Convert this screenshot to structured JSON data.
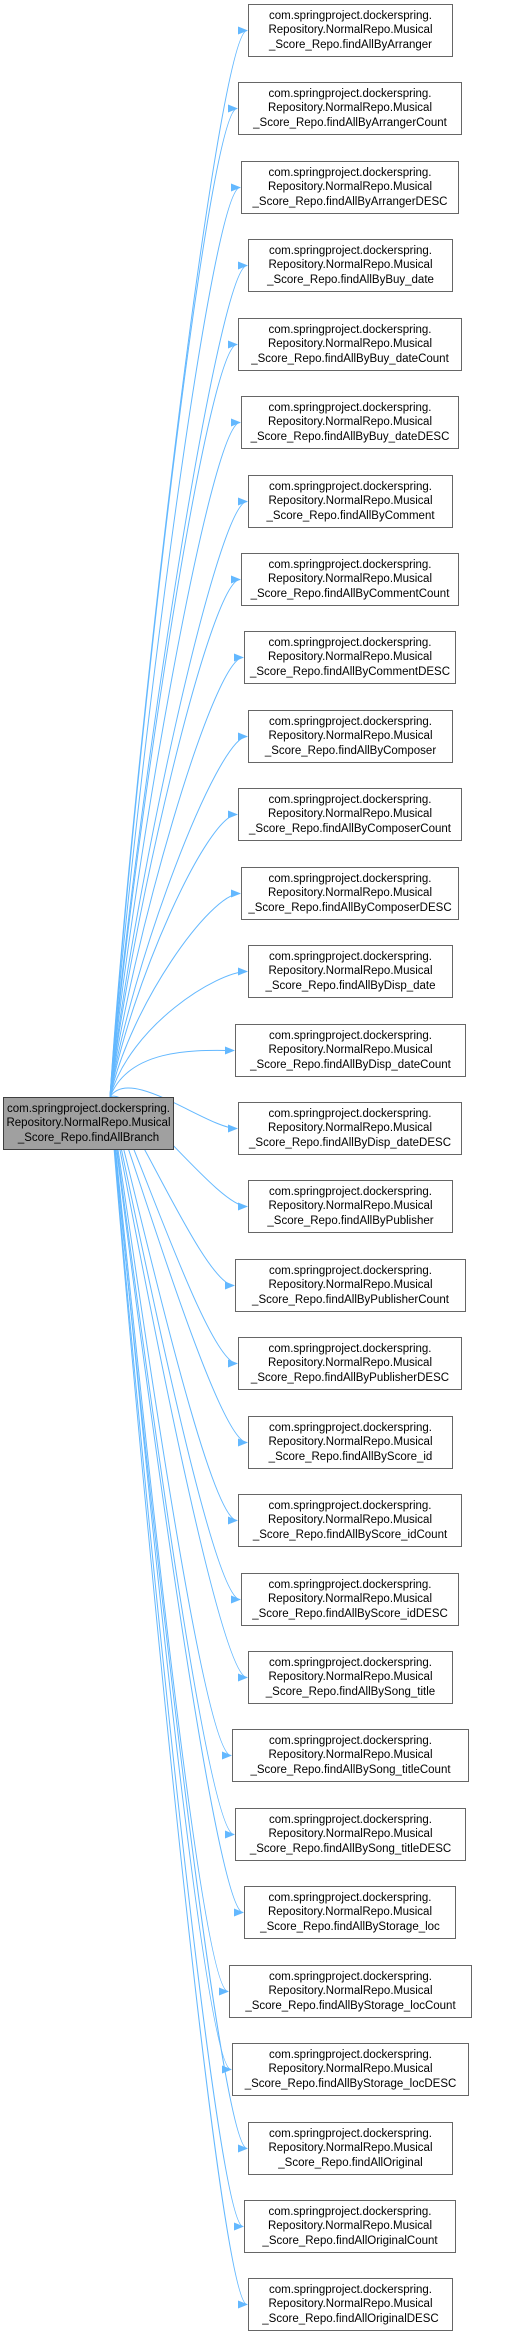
{
  "colors": {
    "edge": "#63b8ff",
    "node_border": "#666666",
    "source_fill": "#a0a0a0",
    "source_border": "#3f3f3f",
    "text": "#000000"
  },
  "source": {
    "lines": [
      "com.springproject.dockerspring.",
      "Repository.NormalRepo.Musical",
      "_Score_Repo.findAllBranch"
    ]
  },
  "targets": [
    {
      "lines": [
        "com.springproject.dockerspring.",
        "Repository.NormalRepo.Musical",
        "_Score_Repo.findAllByArranger"
      ]
    },
    {
      "lines": [
        "com.springproject.dockerspring.",
        "Repository.NormalRepo.Musical",
        "_Score_Repo.findAllByArrangerCount"
      ]
    },
    {
      "lines": [
        "com.springproject.dockerspring.",
        "Repository.NormalRepo.Musical",
        "_Score_Repo.findAllByArrangerDESC"
      ]
    },
    {
      "lines": [
        "com.springproject.dockerspring.",
        "Repository.NormalRepo.Musical",
        "_Score_Repo.findAllByBuy_date"
      ]
    },
    {
      "lines": [
        "com.springproject.dockerspring.",
        "Repository.NormalRepo.Musical",
        "_Score_Repo.findAllByBuy_dateCount"
      ]
    },
    {
      "lines": [
        "com.springproject.dockerspring.",
        "Repository.NormalRepo.Musical",
        "_Score_Repo.findAllByBuy_dateDESC"
      ]
    },
    {
      "lines": [
        "com.springproject.dockerspring.",
        "Repository.NormalRepo.Musical",
        "_Score_Repo.findAllByComment"
      ]
    },
    {
      "lines": [
        "com.springproject.dockerspring.",
        "Repository.NormalRepo.Musical",
        "_Score_Repo.findAllByCommentCount"
      ]
    },
    {
      "lines": [
        "com.springproject.dockerspring.",
        "Repository.NormalRepo.Musical",
        "_Score_Repo.findAllByCommentDESC"
      ]
    },
    {
      "lines": [
        "com.springproject.dockerspring.",
        "Repository.NormalRepo.Musical",
        "_Score_Repo.findAllByComposer"
      ]
    },
    {
      "lines": [
        "com.springproject.dockerspring.",
        "Repository.NormalRepo.Musical",
        "_Score_Repo.findAllByComposerCount"
      ]
    },
    {
      "lines": [
        "com.springproject.dockerspring.",
        "Repository.NormalRepo.Musical",
        "_Score_Repo.findAllByComposerDESC"
      ]
    },
    {
      "lines": [
        "com.springproject.dockerspring.",
        "Repository.NormalRepo.Musical",
        "_Score_Repo.findAllByDisp_date"
      ]
    },
    {
      "lines": [
        "com.springproject.dockerspring.",
        "Repository.NormalRepo.Musical",
        "_Score_Repo.findAllByDisp_dateCount"
      ]
    },
    {
      "lines": [
        "com.springproject.dockerspring.",
        "Repository.NormalRepo.Musical",
        "_Score_Repo.findAllByDisp_dateDESC"
      ]
    },
    {
      "lines": [
        "com.springproject.dockerspring.",
        "Repository.NormalRepo.Musical",
        "_Score_Repo.findAllByPublisher"
      ]
    },
    {
      "lines": [
        "com.springproject.dockerspring.",
        "Repository.NormalRepo.Musical",
        "_Score_Repo.findAllByPublisherCount"
      ]
    },
    {
      "lines": [
        "com.springproject.dockerspring.",
        "Repository.NormalRepo.Musical",
        "_Score_Repo.findAllByPublisherDESC"
      ]
    },
    {
      "lines": [
        "com.springproject.dockerspring.",
        "Repository.NormalRepo.Musical",
        "_Score_Repo.findAllByScore_id"
      ]
    },
    {
      "lines": [
        "com.springproject.dockerspring.",
        "Repository.NormalRepo.Musical",
        "_Score_Repo.findAllByScore_idCount"
      ]
    },
    {
      "lines": [
        "com.springproject.dockerspring.",
        "Repository.NormalRepo.Musical",
        "_Score_Repo.findAllByScore_idDESC"
      ]
    },
    {
      "lines": [
        "com.springproject.dockerspring.",
        "Repository.NormalRepo.Musical",
        "_Score_Repo.findAllBySong_title"
      ]
    },
    {
      "lines": [
        "com.springproject.dockerspring.",
        "Repository.NormalRepo.Musical",
        "_Score_Repo.findAllBySong_titleCount"
      ]
    },
    {
      "lines": [
        "com.springproject.dockerspring.",
        "Repository.NormalRepo.Musical",
        "_Score_Repo.findAllBySong_titleDESC"
      ]
    },
    {
      "lines": [
        "com.springproject.dockerspring.",
        "Repository.NormalRepo.Musical",
        "_Score_Repo.findAllByStorage_loc"
      ]
    },
    {
      "lines": [
        "com.springproject.dockerspring.",
        "Repository.NormalRepo.Musical",
        "_Score_Repo.findAllByStorage_locCount"
      ]
    },
    {
      "lines": [
        "com.springproject.dockerspring.",
        "Repository.NormalRepo.Musical",
        "_Score_Repo.findAllByStorage_locDESC"
      ]
    },
    {
      "lines": [
        "com.springproject.dockerspring.",
        "Repository.NormalRepo.Musical",
        "_Score_Repo.findAllOriginal"
      ]
    },
    {
      "lines": [
        "com.springproject.dockerspring.",
        "Repository.NormalRepo.Musical",
        "_Score_Repo.findAllOriginalCount"
      ]
    },
    {
      "lines": [
        "com.springproject.dockerspring.",
        "Repository.NormalRepo.Musical",
        "_Score_Repo.findAllOriginalDESC"
      ]
    }
  ]
}
